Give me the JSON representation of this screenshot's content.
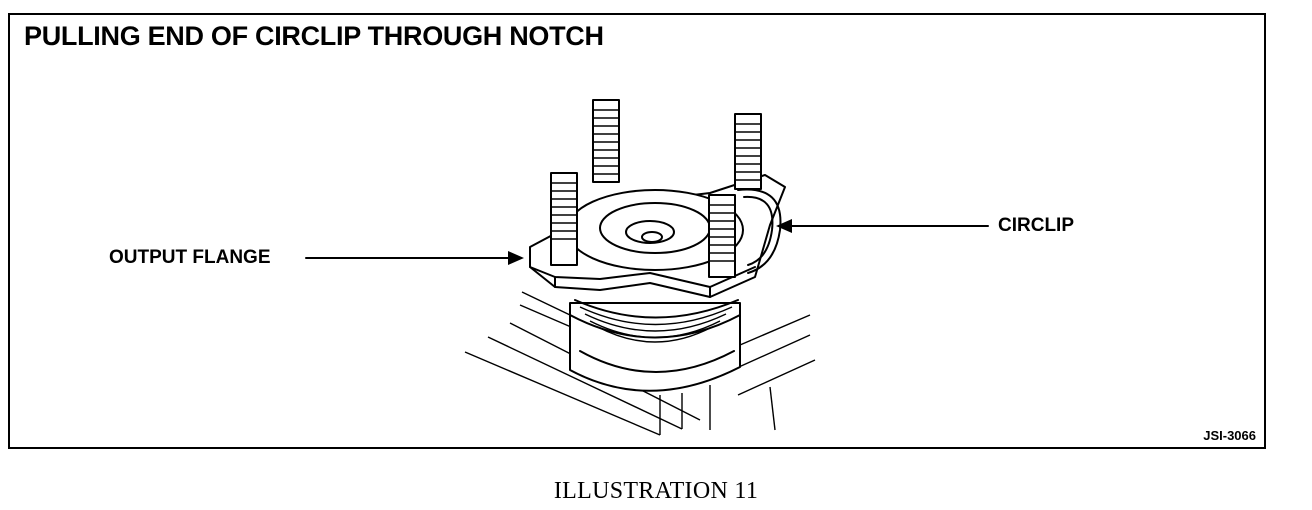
{
  "figure": {
    "title": "PULLING END OF CIRCLIP THROUGH NOTCH",
    "code": "JSI-3066",
    "labels": {
      "output_flange": "OUTPUT FLANGE",
      "circlip": "CIRCLIP"
    }
  },
  "caption": "ILLUSTRATION 11"
}
